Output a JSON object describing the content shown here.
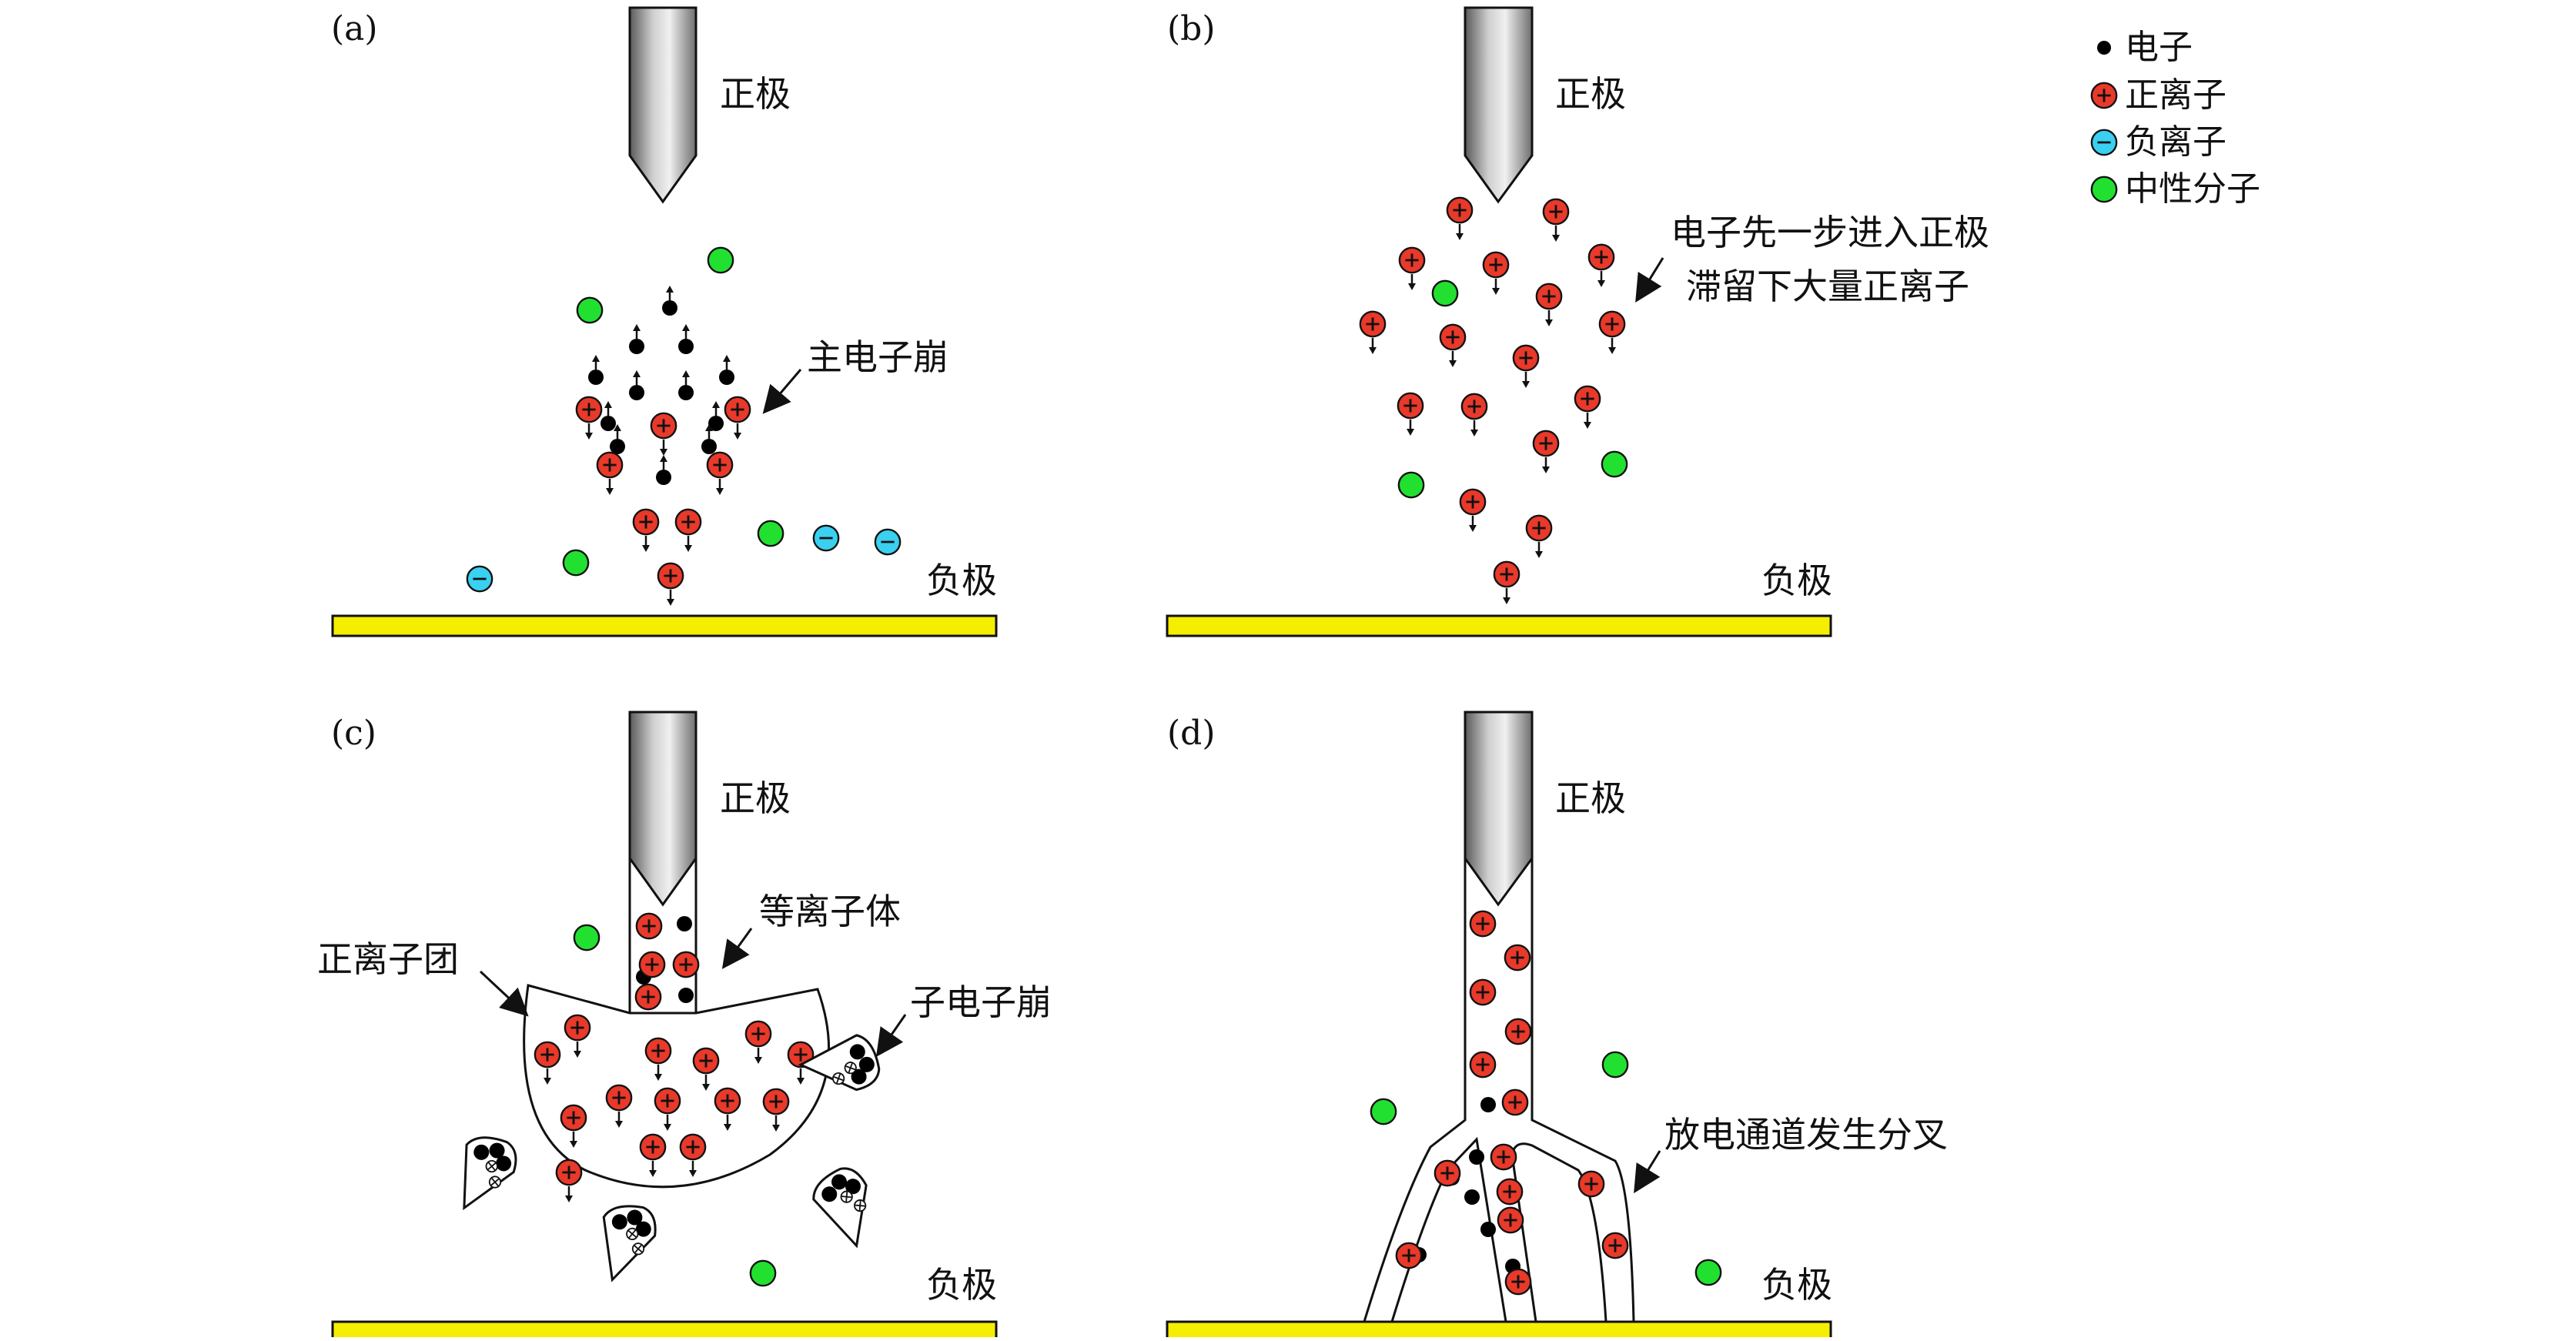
{
  "panels": {
    "a": {
      "tag": "(a)",
      "anode_label": "正极",
      "cathode_label": "负极",
      "annotation": "主电子崩"
    },
    "b": {
      "tag": "(b)",
      "anode_label": "正极",
      "cathode_label": "负极",
      "annotation_line1": "电子先一步进入正极",
      "annotation_line2": "滞留下大量正离子"
    },
    "c": {
      "tag": "(c)",
      "anode_label": "正极",
      "cathode_label": "负极",
      "plasma_label": "等离子体",
      "cluster_label": "正离子团",
      "secondary_label": "子电子崩"
    },
    "d": {
      "tag": "(d)",
      "anode_label": "正极",
      "cathode_label": "负极",
      "annotation": "放电通道发生分叉"
    }
  },
  "legend": {
    "electron": "电子",
    "positive_ion": "正离子",
    "negative_ion": "负离子",
    "neutral": "中性分子"
  },
  "colors": {
    "electrode_plate": "#f5ee00",
    "positive_ion": "#e8392a",
    "negative_ion": "#3ad0f0",
    "neutral": "#22e030",
    "electron": "#000000"
  }
}
